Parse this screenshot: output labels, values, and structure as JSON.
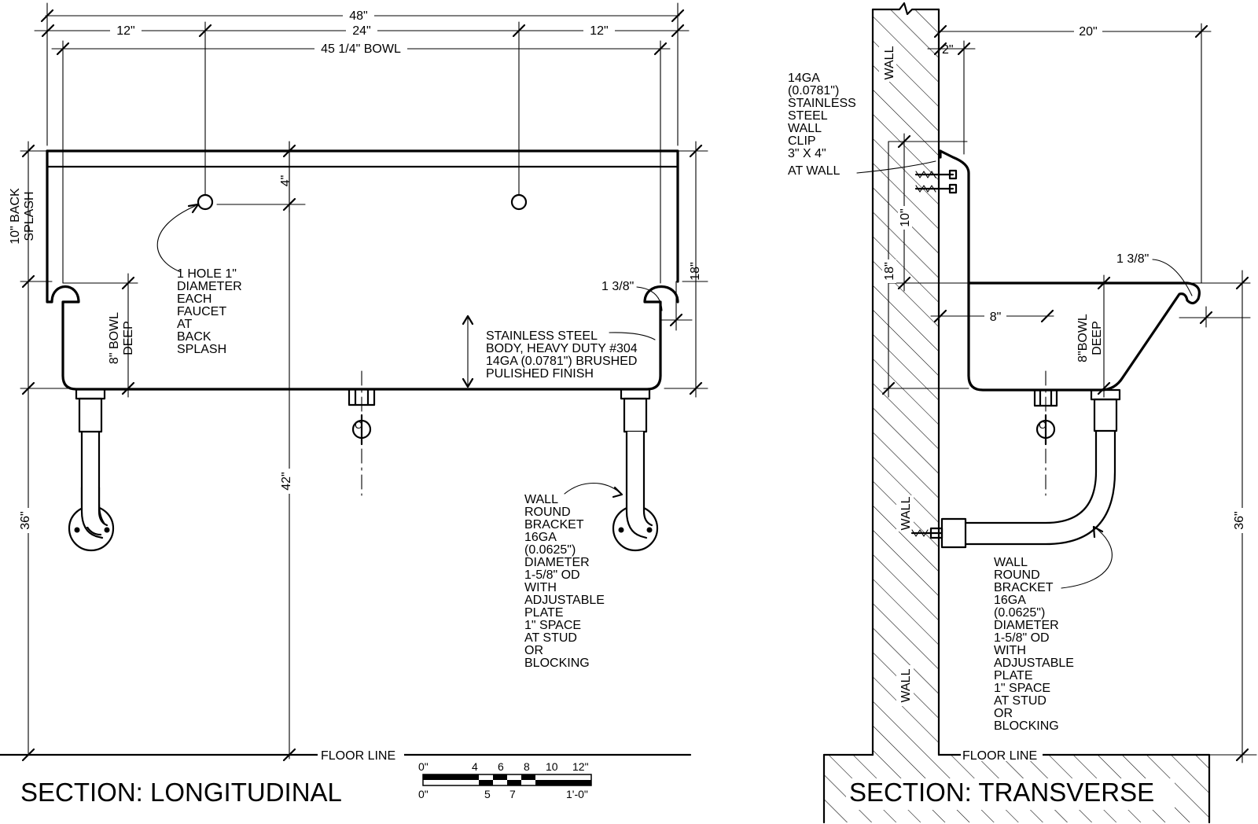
{
  "longitudinal": {
    "title": "SECTION: LONGITUDINAL",
    "dim_overall": "48\"",
    "dim_left": "12\"",
    "dim_center": "24\"",
    "dim_right": "12\"",
    "dim_bowl": "45 1/4\" BOWL",
    "dim_hole_offset": "4\"",
    "dim_backsplash": [
      "10\" BACK",
      "SPLASH"
    ],
    "dim_bowl_deep": [
      "8\" BOWL",
      "DEEP"
    ],
    "dim_rim": "1 3/8\"",
    "dim_height_18": "18\"",
    "dim_height_42": "42\"",
    "dim_height_36": "36\"",
    "note_hole": [
      "1 HOLE 1\"",
      "DIAMETER",
      "EACH",
      "FAUCET",
      "AT",
      "BACK",
      "SPLASH"
    ],
    "note_body": [
      "STAINLESS STEEL",
      "BODY, HEAVY DUTY #304",
      "14GA (0.0781\") BRUSHED",
      "PULISHED FINISH"
    ],
    "note_bracket": [
      "WALL",
      "ROUND",
      "BRACKET",
      "16GA",
      "(0.0625\")",
      "DIAMETER",
      "1-5/8\" OD",
      "WITH",
      "ADJUSTABLE",
      "PLATE",
      "1\" SPACE",
      "AT STUD",
      "OR",
      "BLOCKING"
    ],
    "floor_line": "FLOOR LINE",
    "centerline": "C",
    "scale_top": [
      "0\"",
      "4",
      "6",
      "8",
      "10",
      "12\""
    ],
    "scale_bottom": [
      "0\"",
      "5",
      "7",
      "1'-0\""
    ]
  },
  "transverse": {
    "title": "SECTION: TRANSVERSE",
    "wall_labels": [
      "WALL",
      "WALL",
      "WALL"
    ],
    "dim_depth": "20\"",
    "dim_clip_offset": "2\"",
    "note_clip": [
      "14GA",
      "(0.0781\")",
      "STAINLESS",
      "STEEL",
      "WALL",
      "CLIP",
      "3\" X 4\"",
      "AT WALL"
    ],
    "dim_10": "10\"",
    "dim_18": "18\"",
    "dim_8": "8\"",
    "dim_rim": "1 3/8\"",
    "dim_bowl_deep": [
      "8\"BOWL",
      "DEEP"
    ],
    "dim_36": "36\"",
    "note_bracket": [
      "WALL",
      "ROUND",
      "BRACKET",
      "16GA",
      "(0.0625\")",
      "DIAMETER",
      "1-5/8\" OD",
      "WITH",
      "ADJUSTABLE",
      "PLATE",
      "1\" SPACE",
      "AT STUD",
      "OR",
      "BLOCKING"
    ],
    "floor_line": "FLOOR LINE",
    "centerline": "C"
  }
}
